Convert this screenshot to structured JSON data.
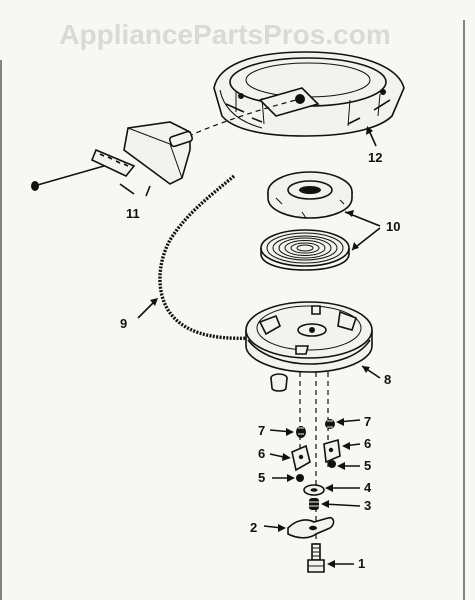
{
  "watermark": "AppliancePartsPros.com",
  "callouts": {
    "c1": "1",
    "c2": "2",
    "c3": "3",
    "c4": "4",
    "c5_left": "5",
    "c5_right": "5",
    "c6_left": "6",
    "c6_right": "6",
    "c7_left": "7",
    "c7_right": "7",
    "c8": "8",
    "c9": "9",
    "c10": "10",
    "c11": "11",
    "c12": "12"
  }
}
